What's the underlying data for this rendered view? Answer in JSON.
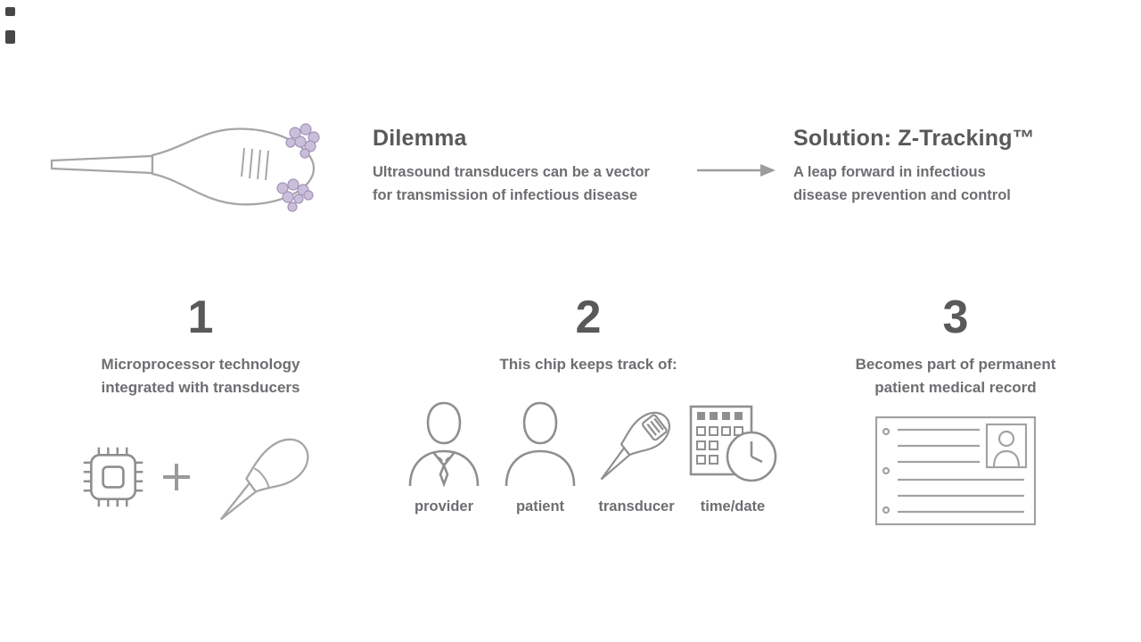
{
  "meta": {
    "title": "Z-Tracking infographic"
  },
  "colors": {
    "background": "#ffffff",
    "heading_text": "#58595b",
    "body_text": "#6d6e71",
    "icon_stroke": "#9b9b9b",
    "germ_fill": "#cabfdb",
    "germ_stroke": "#a492b8",
    "arrow": "#9d9d9d"
  },
  "header": {
    "dilemma": {
      "title": "Dilemma",
      "body": "Ultrasound transducers can be a vector\nfor transmission of infectious disease"
    },
    "arrow_icon": "right-arrow",
    "solution": {
      "title": "Solution: Z-Tracking™",
      "body": "A leap forward in infectious\ndisease prevention and control"
    }
  },
  "illustration": {
    "icon": "ultrasound-transducer-with-pathogens"
  },
  "steps": [
    {
      "number": "1",
      "caption": "Microprocessor technology\nintegrated with transducers",
      "icons": [
        "microchip-icon",
        "plus-icon",
        "transducer-icon"
      ]
    },
    {
      "number": "2",
      "caption": "This chip keeps track of:",
      "items": [
        {
          "icon": "provider-icon",
          "label": "provider"
        },
        {
          "icon": "patient-icon",
          "label": "patient"
        },
        {
          "icon": "transducer-icon",
          "label": "transducer"
        },
        {
          "icon": "calendar-clock-icon",
          "label": "time/date"
        }
      ]
    },
    {
      "number": "3",
      "caption": "Becomes part of permanent\npatient medical record",
      "icons": [
        "medical-record-icon"
      ]
    }
  ]
}
